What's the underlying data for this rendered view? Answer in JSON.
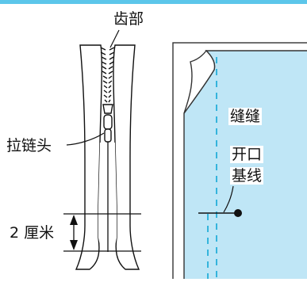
{
  "diagram": {
    "colors": {
      "top_band": "#5cc6ea",
      "fabric": "#bfe6f6",
      "fabric_outline": "#333333",
      "seam_dash": "#34b4dc",
      "line": "#111111",
      "zipper_tape": "#ffffff"
    },
    "labels": {
      "teeth": "齿部",
      "slider": "拉链头",
      "distance": "2 厘米",
      "seam": "缝缝",
      "opening_line_1": "开口",
      "opening_line_2": "基线"
    },
    "icons": [
      "arrow-up-icon",
      "arrow-down-icon",
      "dot-marker-icon"
    ]
  }
}
